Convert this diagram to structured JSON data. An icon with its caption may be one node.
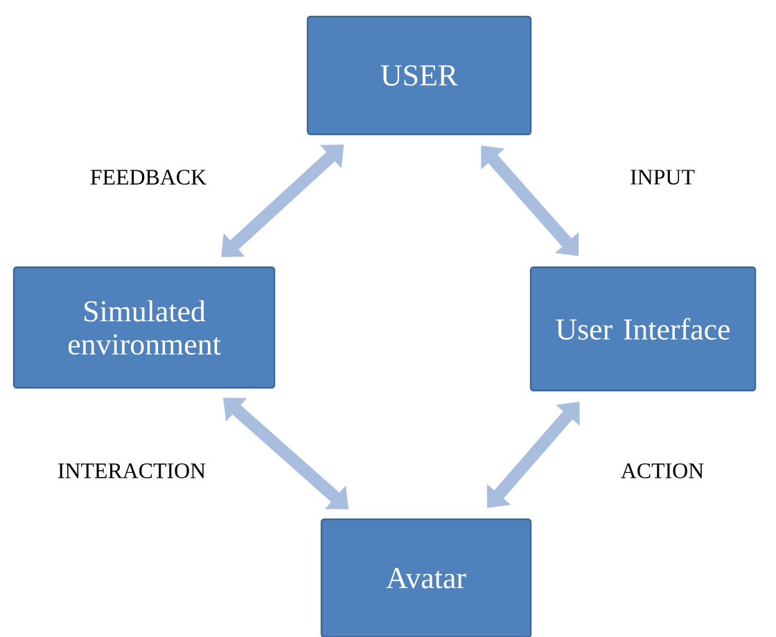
{
  "diagram": {
    "nodes": [
      {
        "text": [
          "USER"
        ]
      },
      {
        "text": [
          "Simulated environment"
        ]
      },
      {
        "text": [
          "User Interface"
        ]
      },
      {
        "text": [
          "Avatar"
        ]
      }
    ],
    "edges": [
      {
        "from": 0,
        "to": 2,
        "arrow": "both",
        "label": "INPUT"
      },
      {
        "from": 2,
        "to": 3,
        "arrow": "both",
        "label": "ACTION"
      },
      {
        "from": 3,
        "to": 1,
        "arrow": "both",
        "label": "INTERACTION"
      },
      {
        "from": 1,
        "to": 0,
        "arrow": "both",
        "label": "FEEDBACK"
      }
    ]
  }
}
